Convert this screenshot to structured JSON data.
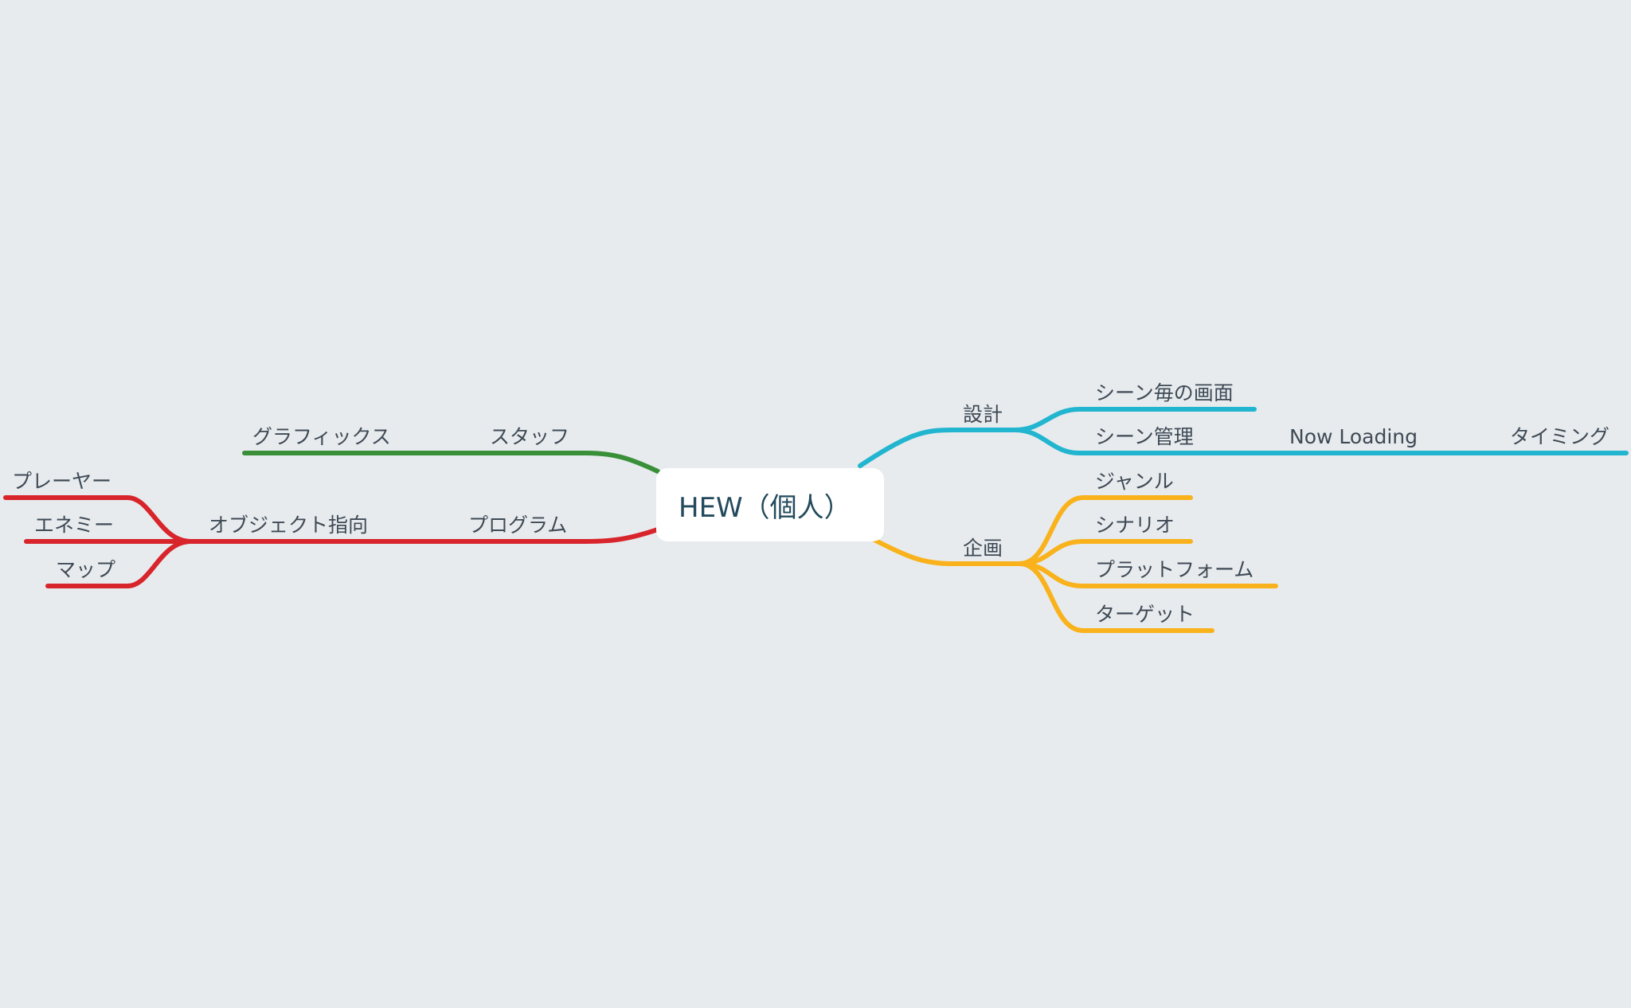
{
  "central": {
    "label": "HEW（個人）"
  },
  "branches": {
    "planning": {
      "label": "企画",
      "color": "#f9b21b",
      "children": [
        "ジャンル",
        "シナリオ",
        "プラットフォーム",
        "ターゲット"
      ]
    },
    "design": {
      "label": "設計",
      "color": "#22b5cf",
      "children": [
        "シーン毎の画面",
        "シーン管理"
      ],
      "grandchild": "Now Loading",
      "great_grandchild": "タイミング"
    },
    "staff": {
      "label": "スタッフ",
      "color": "#3a9038",
      "children": [
        "グラフィックス"
      ]
    },
    "program": {
      "label": "プログラム",
      "color": "#d8242b",
      "children": [
        "オブジェクト指向"
      ],
      "grandchildren": [
        "プレーヤー",
        "エネミー",
        "マップ"
      ]
    }
  }
}
